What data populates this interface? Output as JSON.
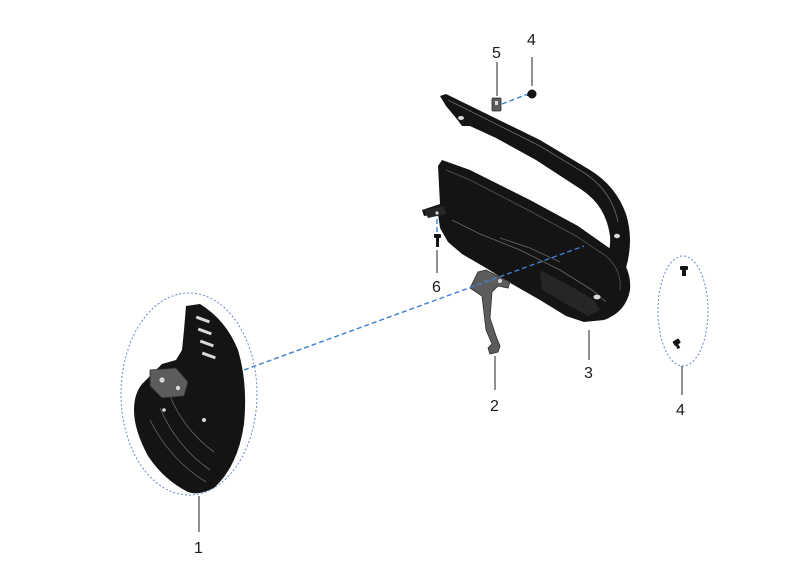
{
  "diagram": {
    "callouts": [
      {
        "id": "1",
        "label": "1"
      },
      {
        "id": "2",
        "label": "2"
      },
      {
        "id": "3",
        "label": "3"
      },
      {
        "id": "4a",
        "label": "4"
      },
      {
        "id": "4b",
        "label": "4"
      },
      {
        "id": "5",
        "label": "5"
      },
      {
        "id": "6",
        "label": "6"
      }
    ],
    "colors": {
      "part": "#141414",
      "assembly_line": "#3b7fcc",
      "group_ellipse": "#6a86c9",
      "leader": "#222222"
    }
  }
}
